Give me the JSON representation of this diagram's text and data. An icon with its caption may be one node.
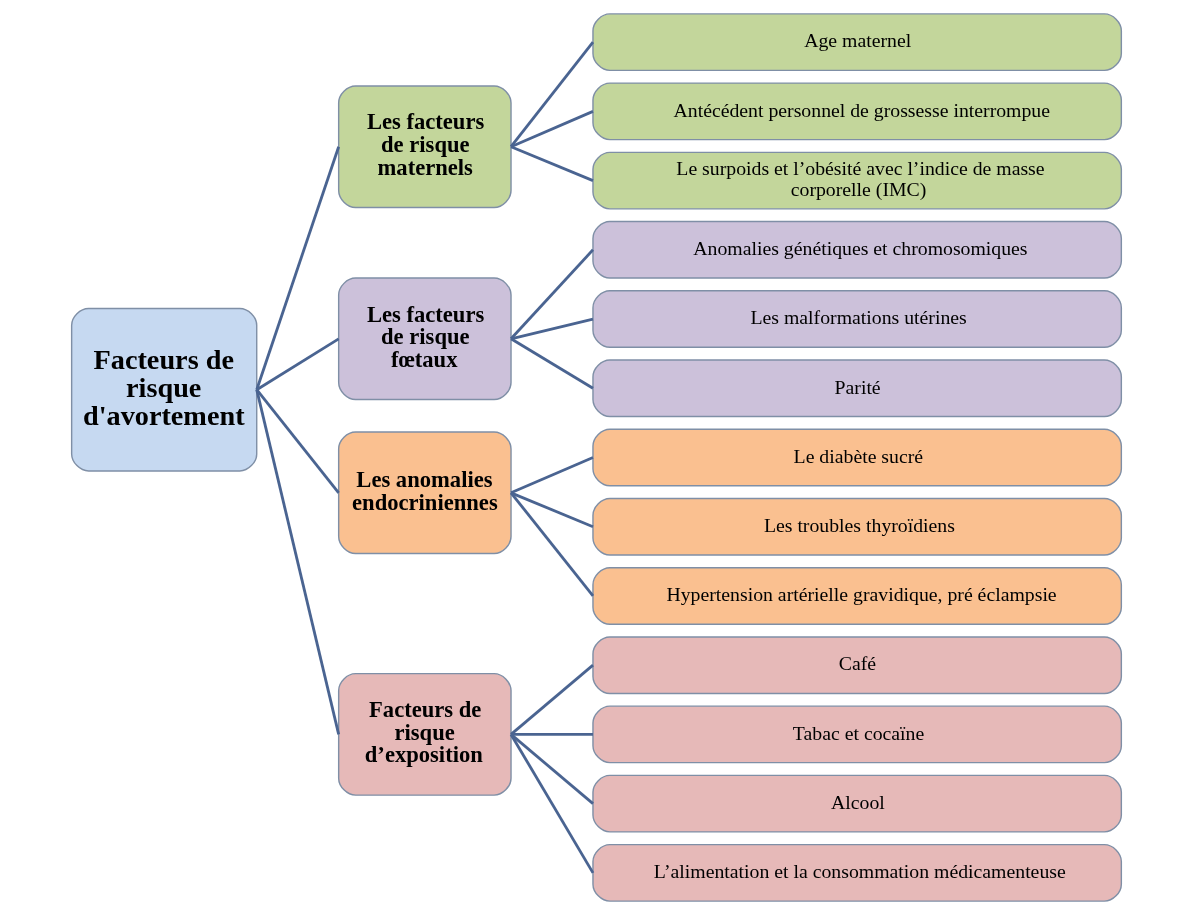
{
  "diagram": {
    "nodes": [
      {
        "text": [
          "Facteurs de risque d'avortement"
        ]
      },
      {
        "text": [
          "Les facteurs de risque maternels"
        ]
      },
      {
        "text": [
          "Age maternel"
        ]
      },
      {
        "text": [
          "Antécédent personnel de grossesse interrompue"
        ]
      },
      {
        "text": [
          "Le surpoids et l’obésité avec l’indice de masse corporelle (IMC)"
        ]
      },
      {
        "text": [
          "Les facteurs de risque fœtaux"
        ]
      },
      {
        "text": [
          "Anomalies génétiques et chromosomiques"
        ]
      },
      {
        "text": [
          "Les malformations utérines"
        ]
      },
      {
        "text": [
          "Parité"
        ]
      },
      {
        "text": [
          "Les anomalies endocriniennes"
        ]
      },
      {
        "text": [
          "Le diabète sucré"
        ]
      },
      {
        "text": [
          "Les troubles thyroïdiens"
        ]
      },
      {
        "text": [
          "Hypertension artérielle gravidique, pré éclampsie"
        ]
      },
      {
        "text": [
          "Facteurs de risque d’exposition"
        ]
      },
      {
        "text": [
          "Café"
        ]
      },
      {
        "text": [
          "Tabac et cocaïne"
        ]
      },
      {
        "text": [
          "Alcool"
        ]
      },
      {
        "text": [
          "L’alimentation et la consommation médicamenteuse"
        ]
      }
    ],
    "edges": [
      {
        "from": 0,
        "to": 1,
        "arrow": "none"
      },
      {
        "from": 0,
        "to": 5,
        "arrow": "none"
      },
      {
        "from": 0,
        "to": 9,
        "arrow": "none"
      },
      {
        "from": 0,
        "to": 13,
        "arrow": "none"
      },
      {
        "from": 1,
        "to": 2,
        "arrow": "none"
      },
      {
        "from": 1,
        "to": 3,
        "arrow": "none"
      },
      {
        "from": 1,
        "to": 4,
        "arrow": "none"
      },
      {
        "from": 5,
        "to": 6,
        "arrow": "none"
      },
      {
        "from": 5,
        "to": 7,
        "arrow": "none"
      },
      {
        "from": 5,
        "to": 8,
        "arrow": "none"
      },
      {
        "from": 9,
        "to": 10,
        "arrow": "none"
      },
      {
        "from": 9,
        "to": 11,
        "arrow": "none"
      },
      {
        "from": 9,
        "to": 12,
        "arrow": "none"
      },
      {
        "from": 13,
        "to": 14,
        "arrow": "none"
      },
      {
        "from": 13,
        "to": 15,
        "arrow": "none"
      },
      {
        "from": 13,
        "to": 16,
        "arrow": "none"
      },
      {
        "from": 13,
        "to": 17,
        "arrow": "none"
      }
    ]
  }
}
